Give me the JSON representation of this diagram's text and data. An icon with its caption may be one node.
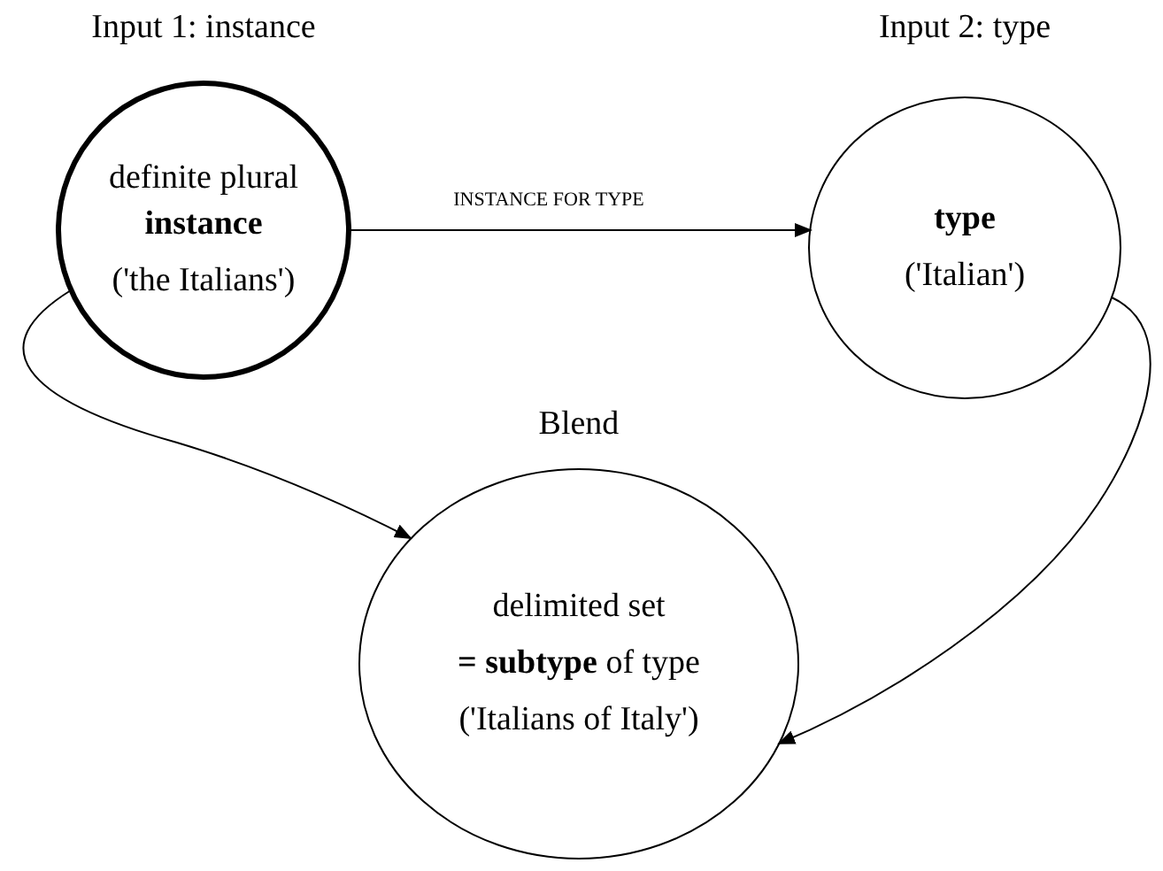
{
  "diagram": {
    "nodes": [
      {
        "text": [
          "Input 1: instance",
          "definite plural **instance**",
          "('the Italians')"
        ]
      },
      {
        "text": [
          "Input 2: type",
          "**type**",
          "('Italian')"
        ]
      },
      {
        "text": [
          "Blend",
          "delimited set",
          "**= subtype** of type",
          "('Italians of Italy')"
        ]
      }
    ],
    "edges": [
      {
        "from": 0,
        "to": 1,
        "arrow": "to",
        "label": "INSTANCE FOR TYPE"
      },
      {
        "from": 0,
        "to": 2,
        "arrow": "to"
      },
      {
        "from": 1,
        "to": 2,
        "arrow": "to"
      }
    ]
  }
}
